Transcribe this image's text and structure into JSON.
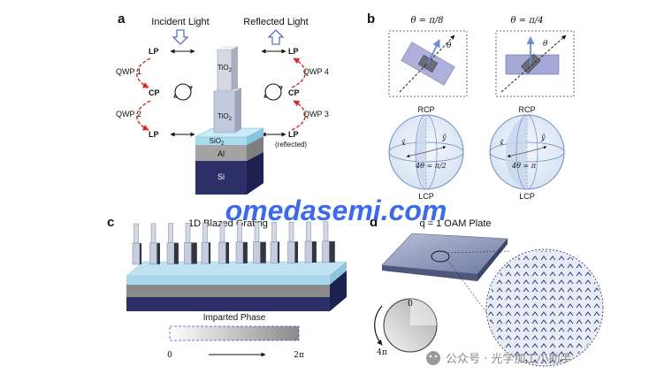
{
  "panels": {
    "a": "a",
    "b": "b",
    "c": "c",
    "d": "d"
  },
  "panel_a": {
    "incident_light": "Incident Light",
    "reflected_light": "Reflected Light",
    "lp": "LP",
    "cp": "CP",
    "qwp1": "QWP 1",
    "qwp2": "QWP 2",
    "qwp3": "QWP 3",
    "qwp4": "QWP 4",
    "reflected_note": "(reflected)",
    "tio2_top": "TiO",
    "tio2_bottom": "TiO",
    "subscript_2": "2",
    "sio2": "SiO",
    "al": "Al",
    "si": "Si"
  },
  "panel_b": {
    "theta_left": "θ = π/8",
    "theta_right": "θ = π/4",
    "theta": "θ",
    "rcp": "RCP",
    "lcp": "LCP",
    "x_hat": "x̂",
    "y_hat": "ŷ",
    "angle_left": "4θ = π/2",
    "angle_right": "4θ = π"
  },
  "panel_c": {
    "title": "1D Blazed Grating",
    "imparted_phase": "Imparted Phase",
    "phase_start": "0",
    "phase_end": "2π"
  },
  "panel_d": {
    "title": "q = 1 OAM Plate",
    "dial_top": "0",
    "dial_bottom": "4π"
  },
  "watermark": {
    "big": "omedasemi.com",
    "wechat": "公众号 · 光学加工小助手"
  },
  "colors": {
    "watermark_blue": "#2c5ee8",
    "lp_arrow_red": "#d22b2b",
    "pillar": "#c9cfe0",
    "sio2": "#a9dcef",
    "al": "#9a9a9a",
    "si": "#2c2f68",
    "sphere": "#dfe8f5"
  }
}
